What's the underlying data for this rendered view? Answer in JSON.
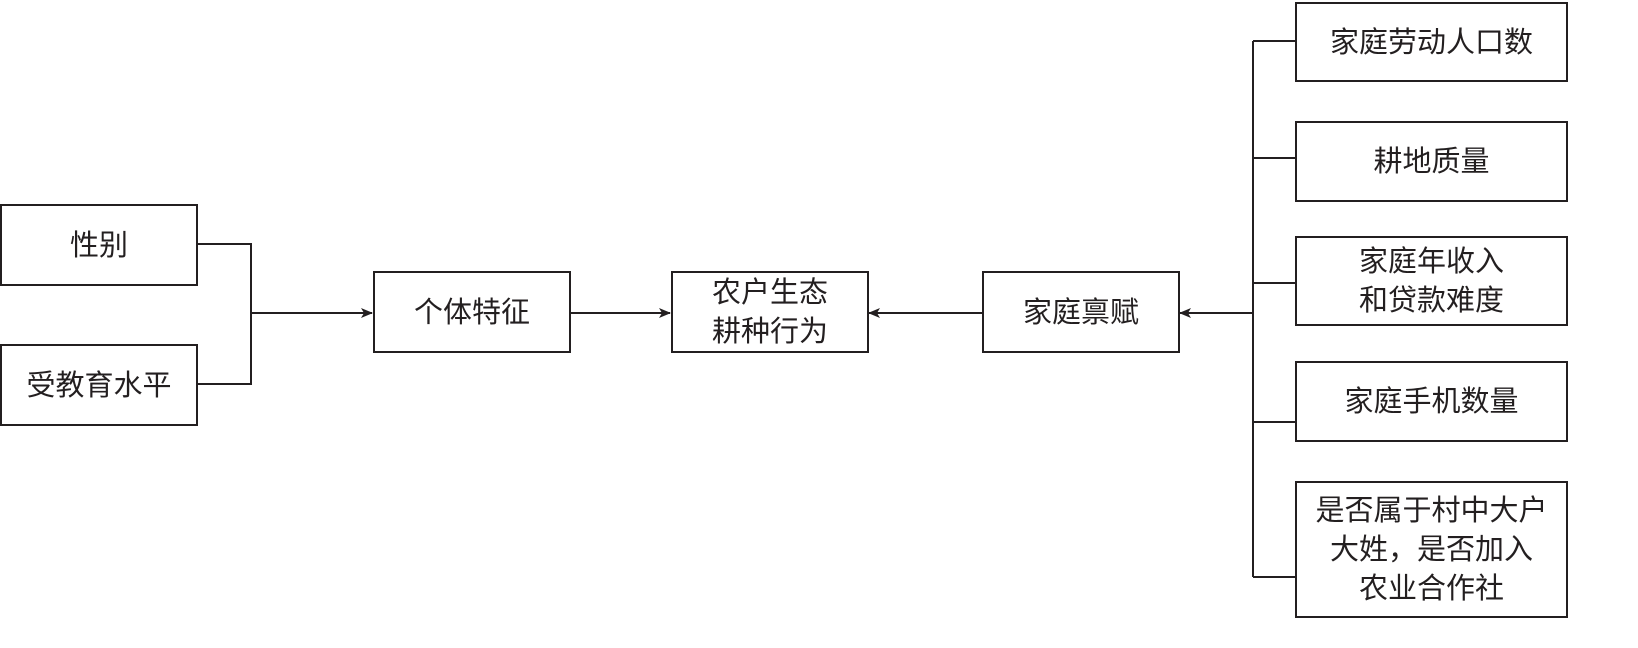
{
  "left_factors": [
    "性别",
    "受教育水平"
  ],
  "individual": "个体特征",
  "outcome": "农户生态\n耕种行为",
  "family": "家庭禀赋",
  "family_factors": [
    "家庭劳动人口数",
    "耕地质量",
    "家庭年收入\n和贷款难度",
    "家庭手机数量",
    "是否属于村中大户\n大姓，是否加入\n农业合作社"
  ],
  "colors": {
    "line": "#231f20"
  }
}
